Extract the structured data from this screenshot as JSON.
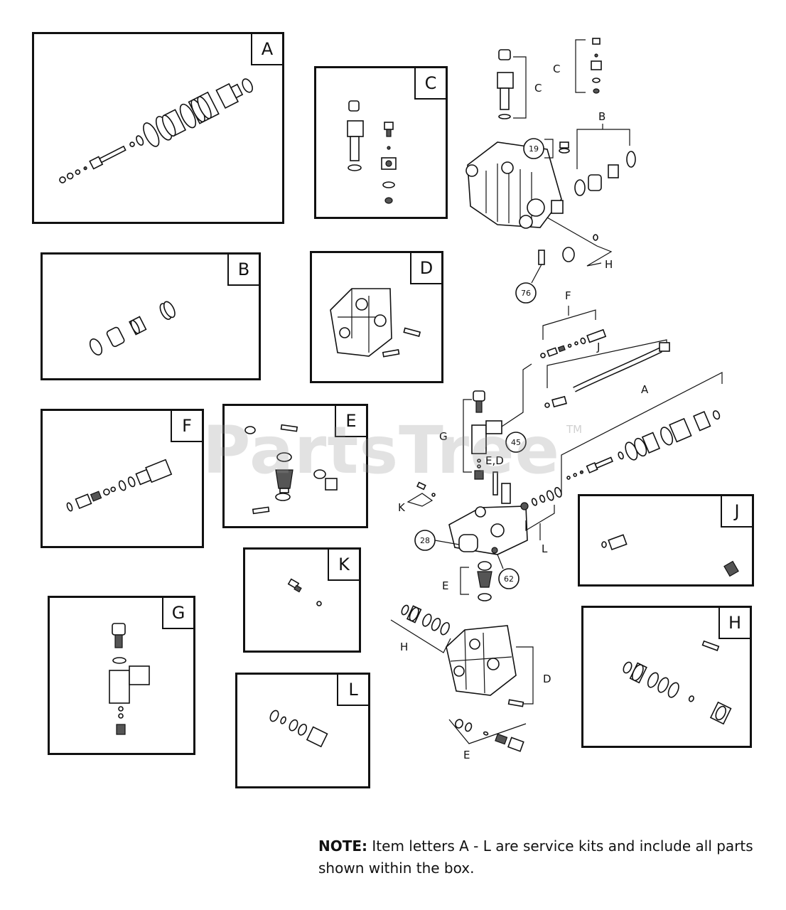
{
  "kits": {
    "A": {
      "label": "A"
    },
    "B": {
      "label": "B"
    },
    "C": {
      "label": "C"
    },
    "D": {
      "label": "D"
    },
    "E": {
      "label": "E"
    },
    "F": {
      "label": "F"
    },
    "G": {
      "label": "G"
    },
    "H": {
      "label": "H"
    },
    "J": {
      "label": "J"
    },
    "K": {
      "label": "K"
    },
    "L": {
      "label": "L"
    }
  },
  "callouts": {
    "c19": "19",
    "c76": "76",
    "c45": "45",
    "c28": "28",
    "c62": "62"
  },
  "main_labels": {
    "C1": "C",
    "C2": "C",
    "B": "B",
    "H1": "H",
    "F": "F",
    "J": "J",
    "A": "A",
    "G": "G",
    "ED": "E,D",
    "K": "K",
    "L": "L",
    "E": "E",
    "H2": "H",
    "D": "D",
    "E2": "E"
  },
  "watermark": {
    "text": "PartsTree",
    "tm": "TM"
  },
  "note": {
    "bold": "NOTE:",
    "text": " Item letters A - L are service kits and include all parts shown within the box."
  }
}
